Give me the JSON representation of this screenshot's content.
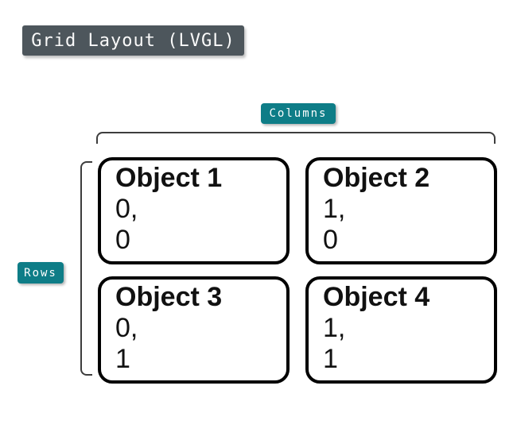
{
  "title": {
    "label": "Grid Layout (LVGL)"
  },
  "labels": {
    "columns": "Columns",
    "rows": "Rows"
  },
  "colors": {
    "teal_badge": "#0e7d87",
    "dark_badge": "#4d565c",
    "box_border": "#000000",
    "bracket_line": "#3d3d3d",
    "background": "#ffffff"
  },
  "grid": {
    "cells": [
      {
        "label": "Object 1",
        "col": "0,",
        "row": "0"
      },
      {
        "label": "Object 2",
        "col": "1,",
        "row": "0"
      },
      {
        "label": "Object 3",
        "col": "0,",
        "row": "1"
      },
      {
        "label": "Object 4",
        "col": "1,",
        "row": "1"
      }
    ]
  }
}
